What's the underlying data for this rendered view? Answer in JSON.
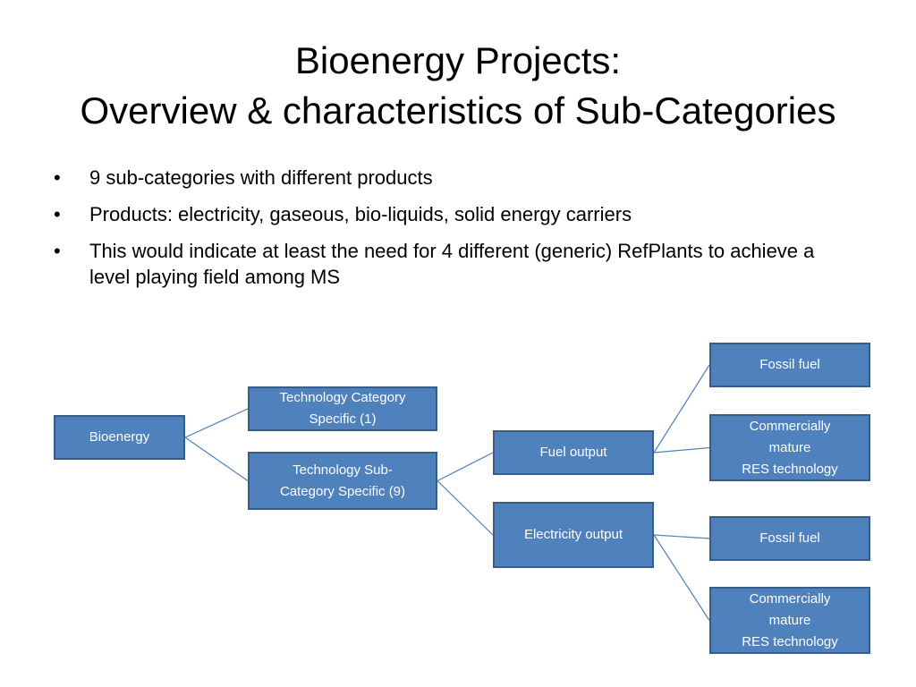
{
  "title": {
    "line1": "Bioenergy Projects:",
    "line2": "Overview & characteristics of Sub-Categories"
  },
  "bullets": [
    "9 sub-categories with different products",
    "Products: electricity, gaseous, bio-liquids, solid energy carriers",
    "This would indicate at least the need for 4 different (generic) RefPlants to achieve a level playing field among MS"
  ],
  "bullet_symbol": "•",
  "diagram": {
    "nodes": {
      "bioenergy": "Bioenergy",
      "tech_category": "Technology Category\nSpecific (1)",
      "tech_subcategory": "Technology Sub-\nCategory Specific (9)",
      "fuel_output": "Fuel output",
      "electricity_output": "Electricity output",
      "fuel_fossil": "Fossil fuel",
      "fuel_commercial": "Commercially\nmature\nRES technology",
      "elec_fossil": "Fossil fuel",
      "elec_commercial": "Commercially\nmature\nRES technology"
    },
    "edges": [
      [
        "bioenergy",
        "tech_category"
      ],
      [
        "bioenergy",
        "tech_subcategory"
      ],
      [
        "tech_subcategory",
        "fuel_output"
      ],
      [
        "tech_subcategory",
        "electricity_output"
      ],
      [
        "fuel_output",
        "fuel_fossil"
      ],
      [
        "fuel_output",
        "fuel_commercial"
      ],
      [
        "electricity_output",
        "elec_fossil"
      ],
      [
        "electricity_output",
        "elec_commercial"
      ]
    ],
    "colors": {
      "node_fill": "#4f81bd",
      "node_border": "#385d8a",
      "node_text": "#ffffff",
      "connector": "#4f81bd"
    }
  }
}
